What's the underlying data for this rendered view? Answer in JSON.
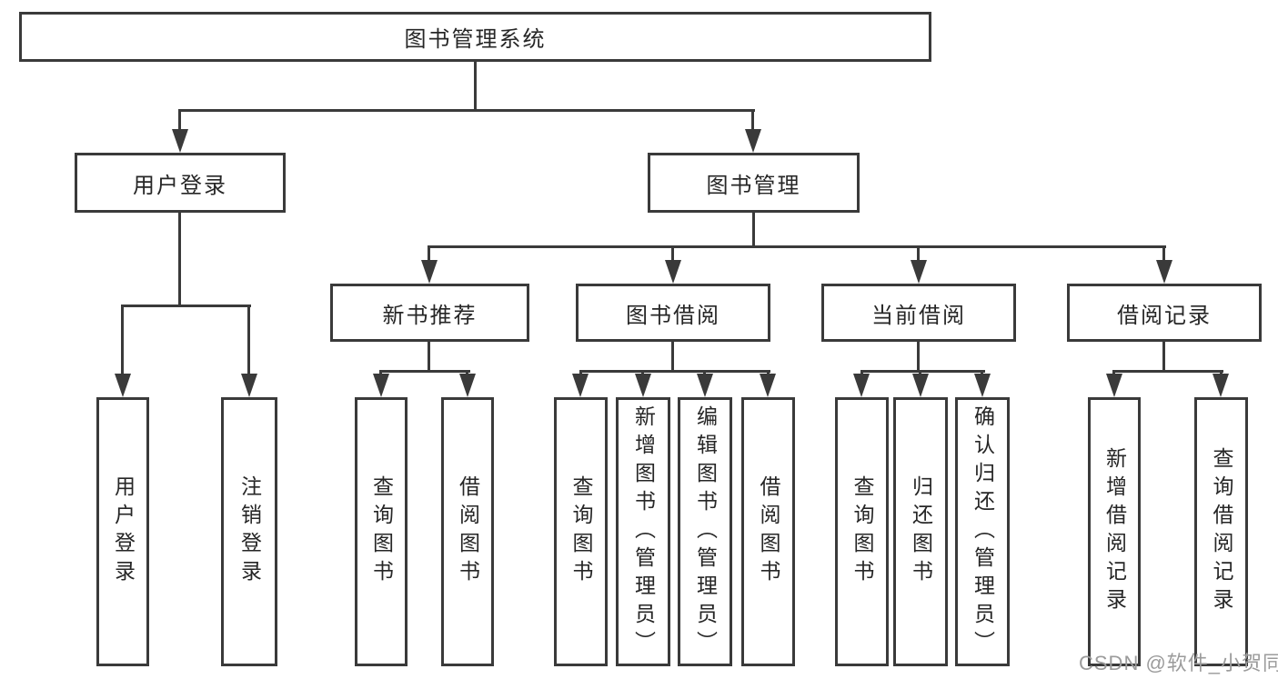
{
  "diagram": {
    "root": {
      "label": "图书管理系统"
    },
    "branches": [
      {
        "label": "用户登录",
        "children": [
          {
            "label": "用户登录"
          },
          {
            "label": "注销登录"
          }
        ]
      },
      {
        "label": "图书管理",
        "children": [
          {
            "label": "新书推荐",
            "children": [
              {
                "label": "查询图书"
              },
              {
                "label": "借阅图书"
              }
            ]
          },
          {
            "label": "图书借阅",
            "children": [
              {
                "label": "查询图书"
              },
              {
                "label": "新增图书（管理员）"
              },
              {
                "label": "编辑图书（管理员）"
              },
              {
                "label": "借阅图书"
              }
            ]
          },
          {
            "label": "当前借阅",
            "children": [
              {
                "label": "查询图书"
              },
              {
                "label": "归还图书"
              },
              {
                "label": "确认归还（管理员）"
              }
            ]
          },
          {
            "label": "借阅记录",
            "children": [
              {
                "label": "新增借阅记录"
              },
              {
                "label": "查询借阅记录"
              }
            ]
          }
        ]
      }
    ]
  },
  "watermark": "CSDN @软件_小贺同学",
  "colors": {
    "line": "#3a3a3a",
    "text": "#262626",
    "background": "#ffffff",
    "watermark": "#9b9b9b"
  }
}
